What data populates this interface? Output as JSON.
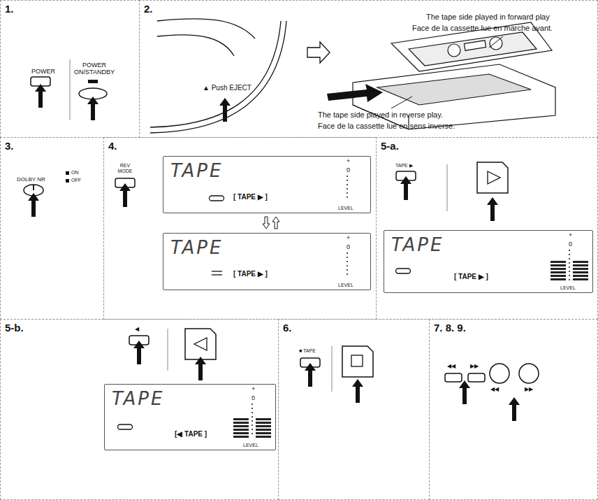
{
  "diagram": {
    "nodes": [
      {
        "text": [
          "1."
        ]
      },
      {
        "text": [
          "2."
        ]
      },
      {
        "text": [
          "3."
        ]
      },
      {
        "text": [
          "4."
        ]
      },
      {
        "text": [
          "TAPE",
          "[ TAPE ▶ ]",
          "+",
          "0",
          "LEVEL"
        ],
        "in": 3
      },
      {
        "text": [
          "TAPE",
          "[ TAPE ▶ ]",
          "+",
          "0",
          "LEVEL"
        ],
        "in": 3
      },
      {
        "text": [
          "5-a."
        ]
      },
      {
        "text": [
          "TAPE",
          "[ TAPE ▶ ]",
          "+",
          "0",
          "LEVEL"
        ],
        "in": 6
      },
      {
        "text": [
          "5-b."
        ]
      },
      {
        "text": [
          "TAPE",
          "[◀ TAPE ]",
          "+",
          "0",
          "LEVEL"
        ],
        "in": 8
      },
      {
        "text": [
          "6."
        ]
      },
      {
        "text": [
          "7. 8. 9."
        ]
      }
    ],
    "labels": [
      "POWER",
      "POWER ON/STANDBY",
      "▲ Push EJECT",
      "The tape side played in forward play",
      "Face de la cassette lue en marche avant.",
      "The tape side played in reverse play.",
      "Face de la cassette lue en sens inverse.",
      "DOLBY NR",
      "ON",
      "OFF",
      "REV MODE",
      "TAPE ▶",
      "◀",
      "■ TAPE",
      "◀◀",
      "▶▶",
      "◀◀",
      "▶▶"
    ]
  }
}
